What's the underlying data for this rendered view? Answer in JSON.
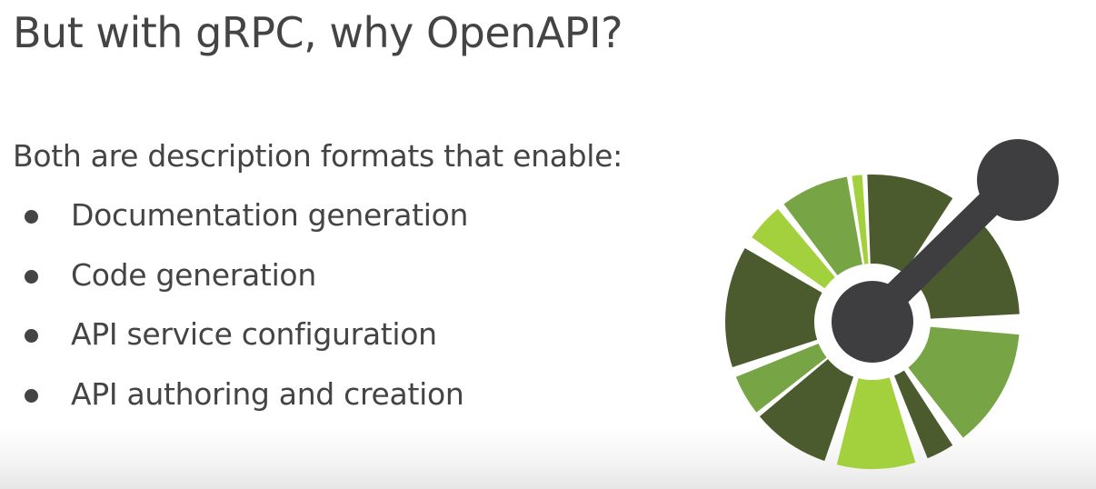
{
  "slide": {
    "title": "But with gRPC, why OpenAPI?",
    "intro": "Both are description formats that enable:",
    "bullets": [
      "Documentation generation",
      "Code generation",
      "API service configuration",
      "API authoring and creation"
    ]
  },
  "logo": {
    "icon": "openapi-logo-icon",
    "colors": {
      "dark_green": "#4b5b2e",
      "mid_green": "#77a444",
      "light_green": "#a3d13e",
      "handle": "#3e3e41"
    }
  },
  "colors": {
    "text": "#444444",
    "background": "#ffffff"
  }
}
